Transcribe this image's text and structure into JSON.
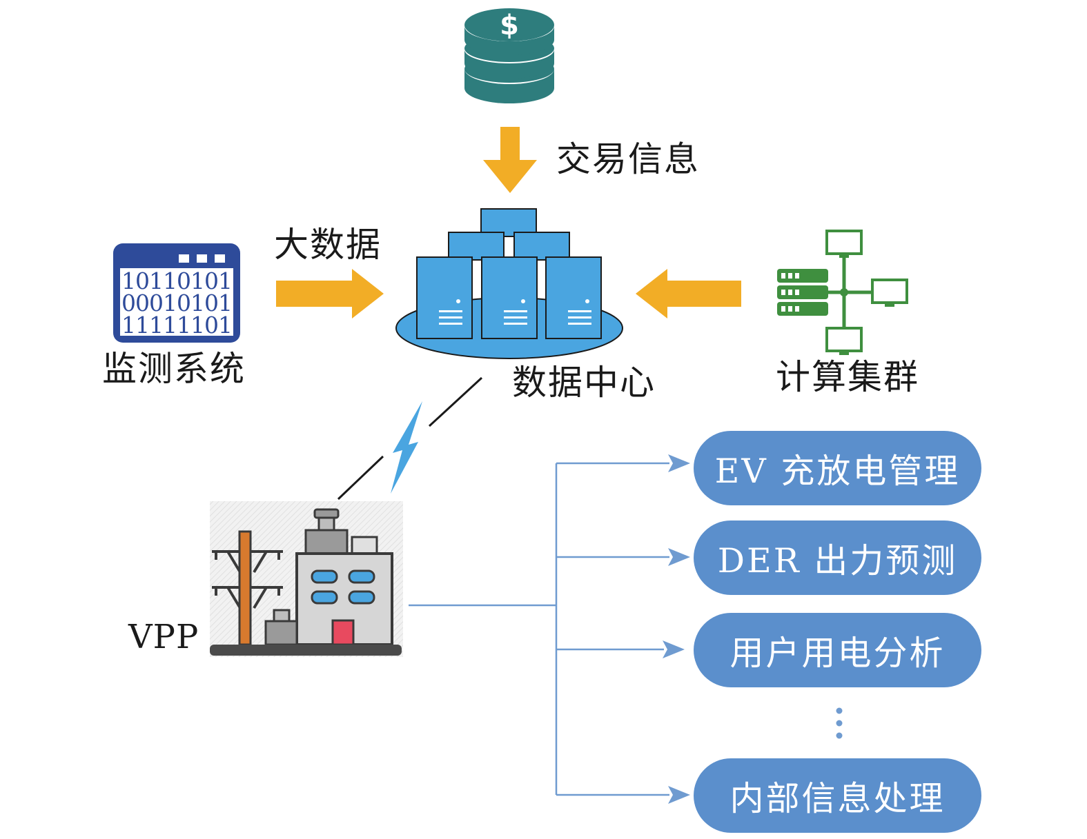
{
  "labels": {
    "trade_info": "交易信息",
    "big_data": "大数据",
    "monitor_system": "监测系统",
    "data_center": "数据中心",
    "compute_cluster": "计算集群",
    "vpp": "VPP",
    "binary_lines": [
      "10110101",
      "00010101",
      "11111101"
    ]
  },
  "functions": [
    "EV 充放电管理",
    "DER 出力预测",
    "用户用电分析",
    "内部信息处理"
  ],
  "colors": {
    "arrow_orange": "#f2ad26",
    "server_blue": "#4aa5e0",
    "pill_blue": "#5b8fcc",
    "link_blue": "#6f9bd0",
    "cluster_green": "#3f8f3f",
    "coin_teal": "#2e7d7d",
    "monitor_navy": "#2e4b9a"
  },
  "icons": {
    "coins": "coin-stack-icon",
    "monitor": "binary-data-window-icon",
    "server_cluster": "server-cluster-icon",
    "compute": "compute-network-icon",
    "lightning": "wireless-lightning-icon",
    "vpp": "power-plant-icon"
  }
}
